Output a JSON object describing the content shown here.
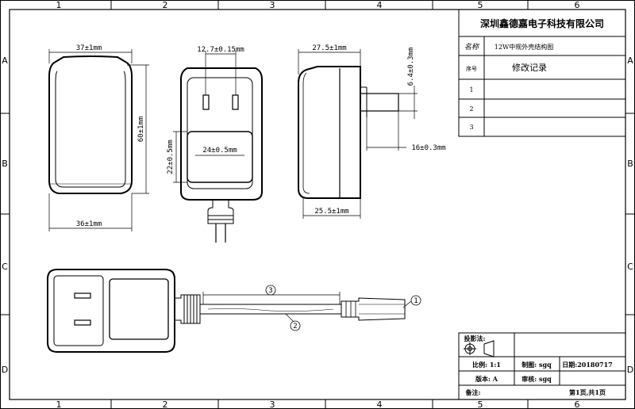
{
  "frame": {
    "columns": [
      "1",
      "2",
      "3",
      "4",
      "5",
      "6"
    ],
    "rows": [
      "A",
      "B",
      "C",
      "D"
    ]
  },
  "title_block": {
    "company": "深圳鑫德嘉电子科技有限公司",
    "name_label": "名称",
    "name_value": "12W中规外壳结构图",
    "seq_label": "序号",
    "revision_label": "修改记录",
    "rows": [
      "1",
      "2",
      "3"
    ],
    "projection_label": "投影法:",
    "scale_label": "比例: 1:1",
    "drawn_label": "制图: sgq",
    "date_label": "日期:20180717",
    "version_label": "版本: A",
    "review_label": "审核: sgq",
    "remark_label": "备注:",
    "page_label": "第1页,共1页"
  },
  "dimensions": {
    "front_width_top": "37±1mm",
    "front_width_bottom": "36±1mm",
    "front_height": "60±1mm",
    "pin_spacing": "12.7±0.15mm",
    "label_width": "24±0.5mm",
    "label_height": "22±0.5mm",
    "side_depth_top": "27.5±1mm",
    "side_depth_bottom": "25.5±1mm",
    "pin_thickness": "6.4±0.3mm",
    "pin_length": "16±0.3mm"
  },
  "callouts": {
    "c1": "1",
    "c2": "2",
    "c3": "3"
  }
}
